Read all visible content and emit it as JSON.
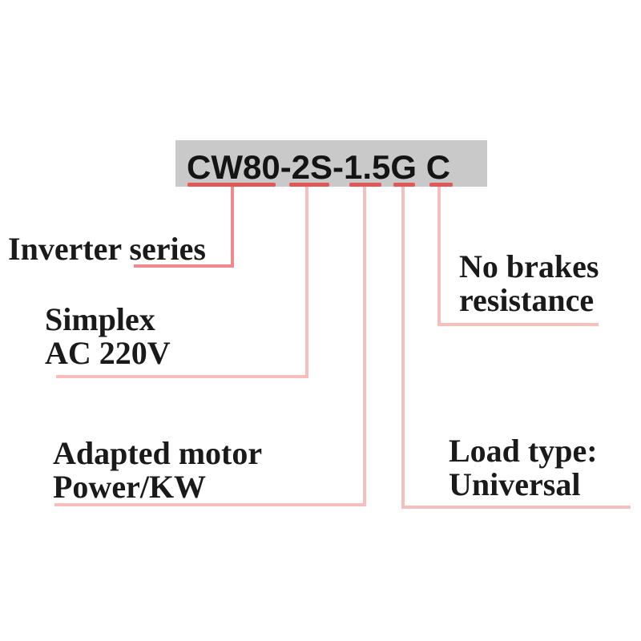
{
  "model": {
    "text": "CW80-2S-1.5G C",
    "segments": [
      {
        "code": "CW80",
        "meaning": "Inverter series"
      },
      {
        "code": "2S",
        "meaning": "Simplex AC 220V"
      },
      {
        "code": "1.5",
        "meaning": "Adapted motor Power/KW"
      },
      {
        "code": "G",
        "meaning": "Load type: Universal"
      },
      {
        "code": "C",
        "meaning": "No brakes resistance"
      }
    ]
  },
  "annotations": {
    "inverter_series": {
      "lines": [
        "Inverter series"
      ]
    },
    "simplex": {
      "lines": [
        "Simplex",
        "AC 220V"
      ]
    },
    "no_brakes": {
      "lines": [
        "No brakes",
        "resistance"
      ]
    },
    "adapted_motor": {
      "lines": [
        "Adapted motor",
        "Power/KW"
      ]
    },
    "load_type": {
      "lines": [
        "Load type:",
        "Universal"
      ]
    }
  },
  "colors": {
    "box_bg": "#c9c9c9",
    "underline": "#e05858",
    "connector": "#f8bdbd",
    "connector_primary": "#f0898b",
    "text": "#1a1a1a"
  }
}
